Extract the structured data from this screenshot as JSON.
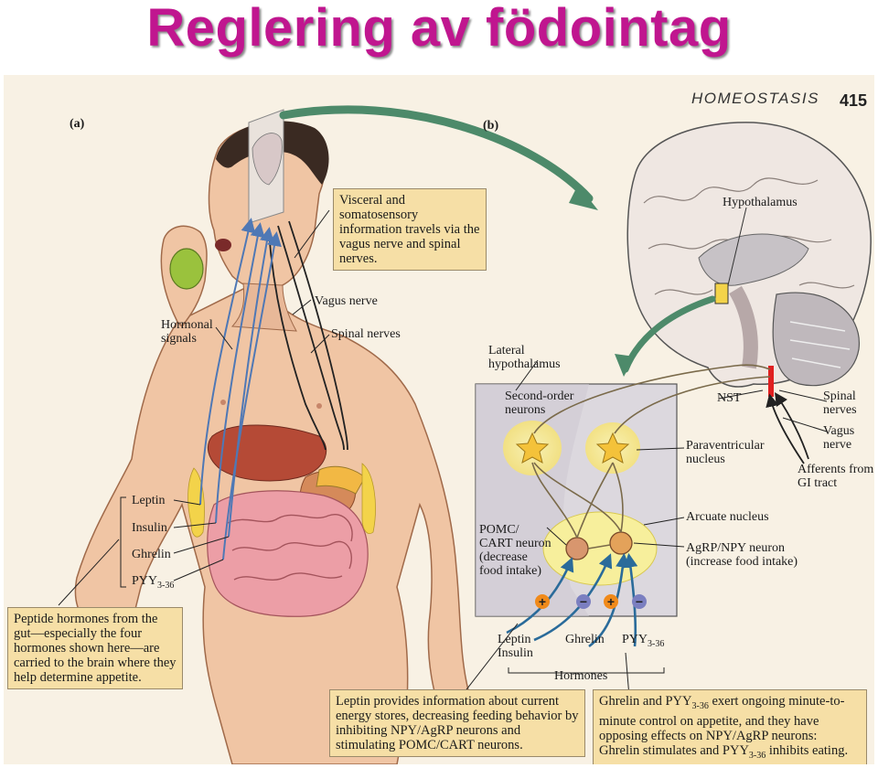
{
  "slide": {
    "title": "Reglering av födointag"
  },
  "page": {
    "header": "HOMEOSTASIS",
    "page_number": "415",
    "panel_a": "(a)",
    "panel_b": "(b)"
  },
  "labels": {
    "visceral": "Visceral and somatosensory information travels via the vagus nerve and spinal nerves.",
    "vagus_nerve": "Vagus nerve",
    "spinal_nerves": "Spinal nerves",
    "hormonal_signals": "Hormonal signals",
    "leptin": "Leptin",
    "insulin": "Insulin",
    "ghrelin": "Ghrelin",
    "pyy": "PYY",
    "pyy_sub": "3-36",
    "peptide": "Peptide hormones from the gut—especially the four hormones shown here—are carried to the brain where they help determine appetite.",
    "hypothalamus": "Hypothalamus",
    "lateral_hypothalamus": "Lateral hypothalamus",
    "second_order": "Second-order neurons",
    "nst": "NST",
    "spinal_nerves_b": "Spinal nerves",
    "vagus_nerve_b": "Vagus nerve",
    "afferents": "Afferents from GI tract",
    "paraventricular": "Paraventricular nucleus",
    "arcuate": "Arcuate nucleus",
    "pomc": "POMC/ CART neuron (decrease food intake)",
    "agrp": "AgRP/NPY neuron (increase food intake)",
    "leptin_insulin": "Leptin Insulin",
    "ghrelin_b": "Ghrelin",
    "pyy_b": "PYY",
    "pyy_b_sub": "3-36",
    "hormones": "Hormones",
    "leptin_box": "Leptin provides information about current energy stores, decreasing feeding behavior by inhibiting NPY/AgRP neurons and stimulating POMC/CART neurons.",
    "ghrelin_box_1": "Ghrelin and PYY",
    "ghrelin_box_sub1": "3-36",
    "ghrelin_box_2": " exert ongoing minute-to-minute control on appetite, and they have opposing effects on NPY/AgRP neurons: Ghrelin stimulates and PYY",
    "ghrelin_box_sub2": "3-36",
    "ghrelin_box_3": " inhibits eating."
  },
  "signs": {
    "plus": "+",
    "minus": "−"
  },
  "colors": {
    "title": "#c0168f",
    "hormone_arrow": "#4f78b5",
    "nerve": "#222222",
    "box_fill": "#f6dfa6",
    "plus_sign": "#f08a1a",
    "minus_sign": "#7b7fc0",
    "nucleus_glow": "#f7ef9c"
  }
}
